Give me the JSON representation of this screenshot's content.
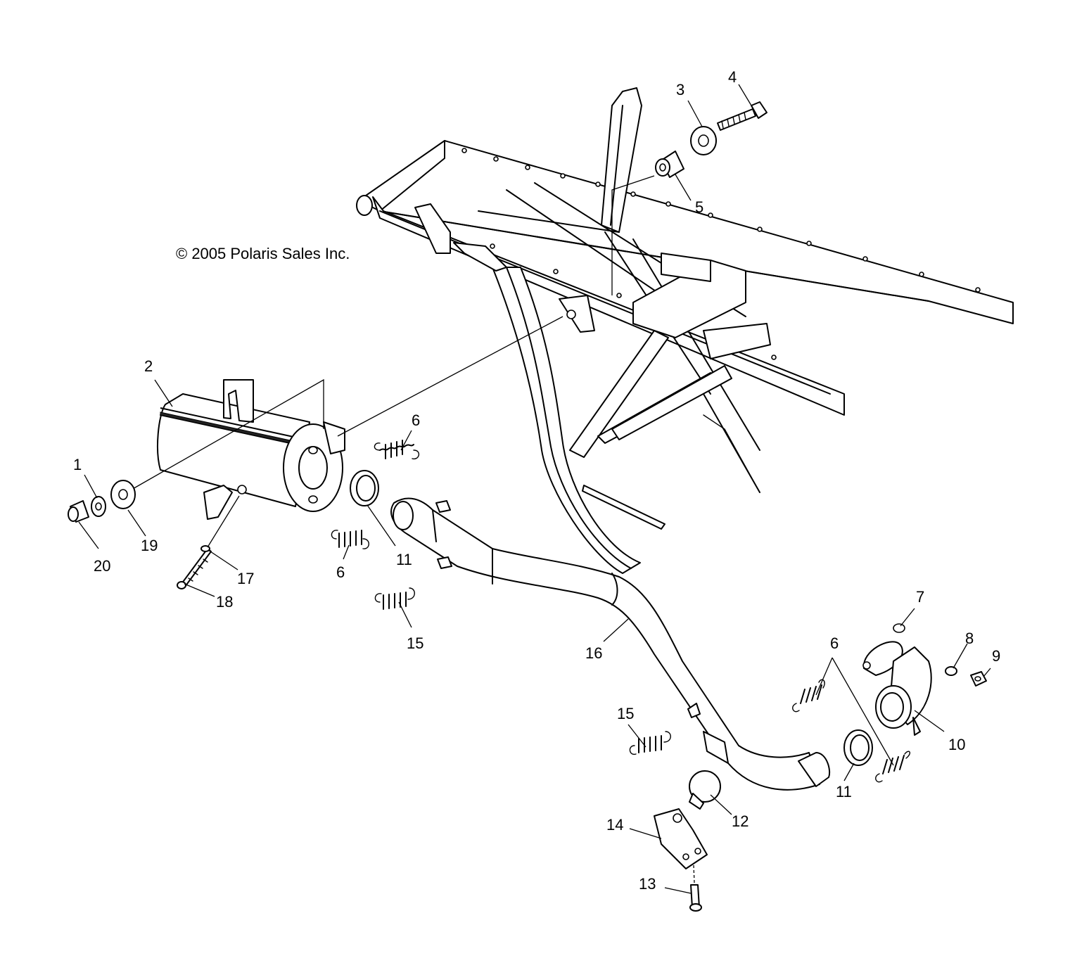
{
  "copyright": "© 2005 Polaris Sales Inc.",
  "callouts": {
    "c1": "1",
    "c2": "2",
    "c3": "3",
    "c4": "4",
    "c5": "5",
    "c6a": "6",
    "c6b": "6",
    "c6c": "6",
    "c7": "7",
    "c8": "8",
    "c9": "9",
    "c10": "10",
    "c11a": "11",
    "c11b": "11",
    "c12": "12",
    "c13": "13",
    "c14": "14",
    "c15a": "15",
    "c15b": "15",
    "c16": "16",
    "c17": "17",
    "c18": "18",
    "c19": "19",
    "c20": "20"
  }
}
